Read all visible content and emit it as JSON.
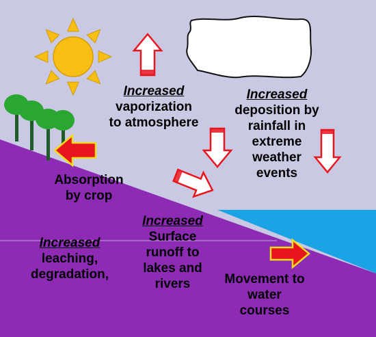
{
  "colors": {
    "sky": "#c9c9e3",
    "land": "#8e2bb5",
    "water": "#1aa4e6",
    "sun": "#f7be13",
    "tree_leaf": "#2aa632",
    "tree_trunk": "#1f5c2a",
    "arrow_red": "#e8141e",
    "arrow_white": "#ffffff",
    "arrow_yellow_outline": "#f2dc1e"
  },
  "icons": {
    "sun": "sun-icon",
    "cloud": "cloud-icon",
    "trees": "tree-icon"
  },
  "labels": {
    "vaporization": {
      "emphasis": "Increased",
      "lines": [
        "vaporization",
        "to atmosphere"
      ]
    },
    "deposition": {
      "emphasis": "Increased",
      "lines": [
        "deposition by",
        "rainfall in",
        "extreme",
        "weather",
        "events"
      ]
    },
    "absorption": {
      "lines": [
        "Absorption",
        "by crop"
      ]
    },
    "runoff": {
      "emphasis": "Increased",
      "lines": [
        "Surface",
        "runoff to",
        "lakes and",
        "rivers"
      ]
    },
    "leaching": {
      "emphasis": "Increased",
      "lines": [
        "leaching,",
        "degradation,"
      ]
    },
    "movement": {
      "lines": [
        "Movement to",
        "water",
        "courses"
      ]
    }
  }
}
